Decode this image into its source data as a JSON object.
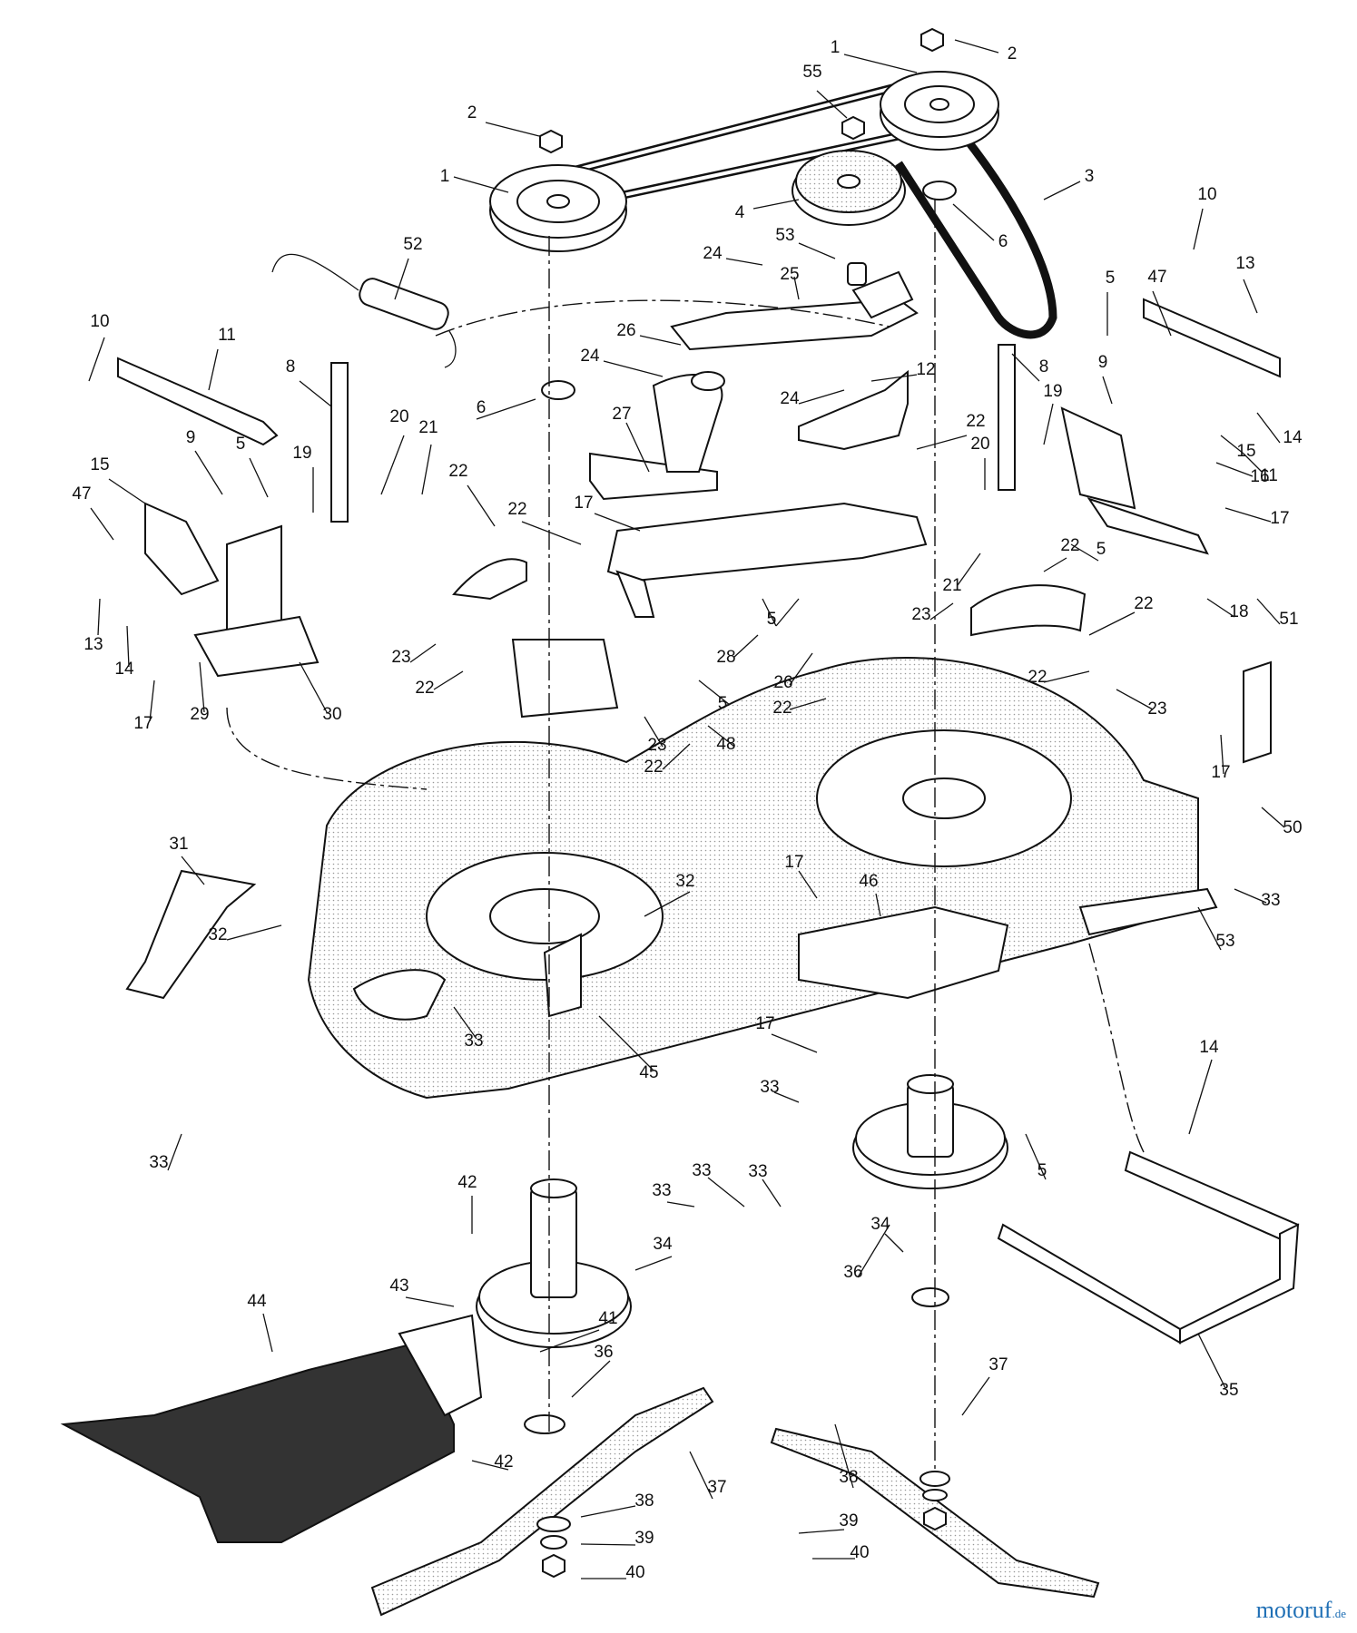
{
  "watermark": {
    "name": "motoruf",
    "tld": ".de"
  },
  "callouts": [
    {
      "n": "1"
    },
    {
      "n": "2"
    },
    {
      "n": "55"
    },
    {
      "n": "2"
    },
    {
      "n": "1"
    },
    {
      "n": "3"
    },
    {
      "n": "4"
    },
    {
      "n": "6"
    },
    {
      "n": "53"
    },
    {
      "n": "24"
    },
    {
      "n": "25"
    },
    {
      "n": "52"
    },
    {
      "n": "10"
    },
    {
      "n": "11"
    },
    {
      "n": "8"
    },
    {
      "n": "6"
    },
    {
      "n": "26"
    },
    {
      "n": "24"
    },
    {
      "n": "24"
    },
    {
      "n": "12"
    },
    {
      "n": "27"
    },
    {
      "n": "9"
    },
    {
      "n": "5"
    },
    {
      "n": "20"
    },
    {
      "n": "21"
    },
    {
      "n": "19"
    },
    {
      "n": "15"
    },
    {
      "n": "47"
    },
    {
      "n": "22"
    },
    {
      "n": "22"
    },
    {
      "n": "17"
    },
    {
      "n": "22"
    },
    {
      "n": "10"
    },
    {
      "n": "13"
    },
    {
      "n": "5"
    },
    {
      "n": "47"
    },
    {
      "n": "8"
    },
    {
      "n": "9"
    },
    {
      "n": "19"
    },
    {
      "n": "14"
    },
    {
      "n": "15"
    },
    {
      "n": "16"
    },
    {
      "n": "11"
    },
    {
      "n": "20"
    },
    {
      "n": "17"
    },
    {
      "n": "5"
    },
    {
      "n": "22"
    },
    {
      "n": "21"
    },
    {
      "n": "22"
    },
    {
      "n": "51"
    },
    {
      "n": "18"
    },
    {
      "n": "13"
    },
    {
      "n": "14"
    },
    {
      "n": "29"
    },
    {
      "n": "30"
    },
    {
      "n": "17"
    },
    {
      "n": "23"
    },
    {
      "n": "28"
    },
    {
      "n": "5"
    },
    {
      "n": "5"
    },
    {
      "n": "26"
    },
    {
      "n": "23"
    },
    {
      "n": "22"
    },
    {
      "n": "22"
    },
    {
      "n": "23"
    },
    {
      "n": "22"
    },
    {
      "n": "5"
    },
    {
      "n": "23"
    },
    {
      "n": "48"
    },
    {
      "n": "22"
    },
    {
      "n": "17"
    },
    {
      "n": "50"
    },
    {
      "n": "31"
    },
    {
      "n": "32"
    },
    {
      "n": "32"
    },
    {
      "n": "17"
    },
    {
      "n": "46"
    },
    {
      "n": "33"
    },
    {
      "n": "53"
    },
    {
      "n": "33"
    },
    {
      "n": "45"
    },
    {
      "n": "17"
    },
    {
      "n": "33"
    },
    {
      "n": "14"
    },
    {
      "n": "33"
    },
    {
      "n": "33"
    },
    {
      "n": "5"
    },
    {
      "n": "33"
    },
    {
      "n": "42"
    },
    {
      "n": "33"
    },
    {
      "n": "34"
    },
    {
      "n": "34"
    },
    {
      "n": "36"
    },
    {
      "n": "43"
    },
    {
      "n": "44"
    },
    {
      "n": "41"
    },
    {
      "n": "35"
    },
    {
      "n": "36"
    },
    {
      "n": "37"
    },
    {
      "n": "42"
    },
    {
      "n": "37"
    },
    {
      "n": "38"
    },
    {
      "n": "38"
    },
    {
      "n": "39"
    },
    {
      "n": "39"
    },
    {
      "n": "40"
    },
    {
      "n": "40"
    }
  ]
}
